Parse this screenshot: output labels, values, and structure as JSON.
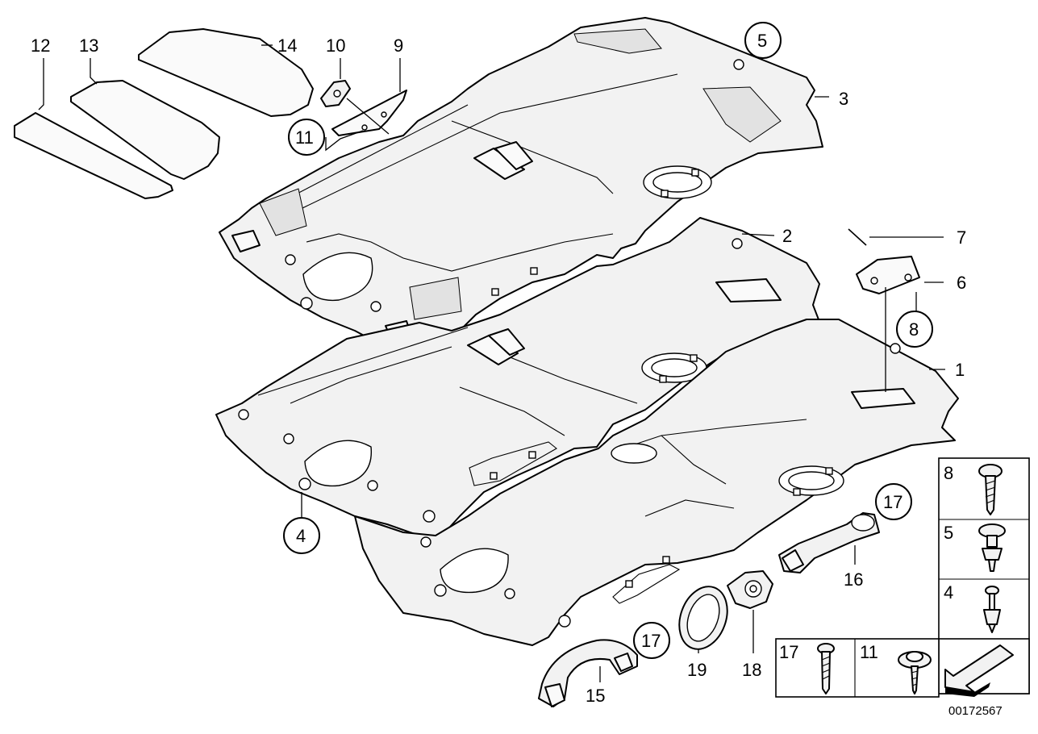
{
  "diagram": {
    "callouts": {
      "c1": "1",
      "c2": "2",
      "c3": "3",
      "c4": "4",
      "c5": "5",
      "c6": "6",
      "c7": "7",
      "c8": "8",
      "c9": "9",
      "c10": "10",
      "c11": "11",
      "c12": "12",
      "c13": "13",
      "c14": "14",
      "c15": "15",
      "c16": "16",
      "c17a": "17",
      "c17b": "17",
      "c18": "18",
      "c19": "19"
    },
    "legend": {
      "l8": "8",
      "l5": "5",
      "l4": "4",
      "l17": "17",
      "l11": "11"
    },
    "reference_number": "00172567"
  }
}
